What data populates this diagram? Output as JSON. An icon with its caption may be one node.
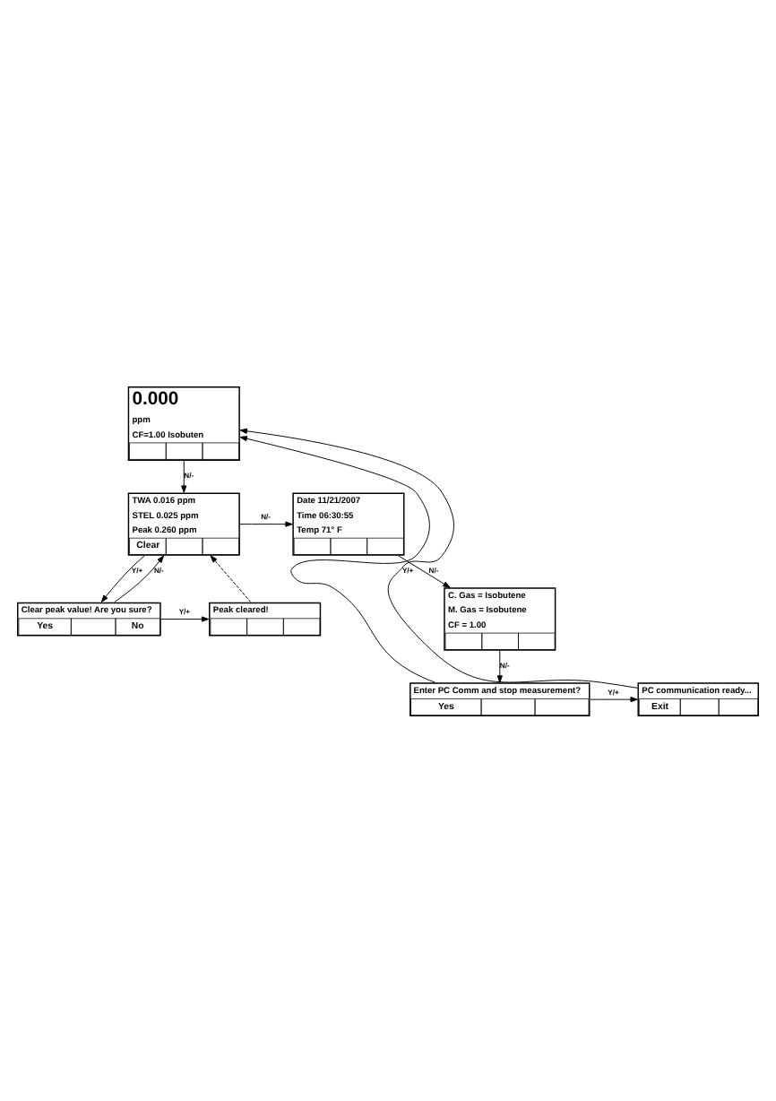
{
  "diagram": {
    "nodes": [
      {
        "text": [
          "0.000",
          "ppm",
          "CF=1.00 Isobuten"
        ]
      },
      {
        "text": [
          "TWA 0.016 ppm",
          "STEL 0.025 ppm",
          "Peak 0.260 ppm",
          "Clear"
        ]
      },
      {
        "text": [
          "Date 11/21/2007",
          "Time 06:30:55",
          "Temp 71° F"
        ]
      },
      {
        "text": [
          "Clear peak value! Are you sure?",
          "Yes",
          "No"
        ]
      },
      {
        "text": [
          "Peak cleared!"
        ]
      },
      {
        "text": [
          "C. Gas = Isobutene",
          "M. Gas = Isobutene",
          "CF = 1.00"
        ]
      },
      {
        "text": [
          "Enter PC Comm and stop measurement?",
          "Yes"
        ]
      },
      {
        "text": [
          "PC communication ready...",
          "Exit"
        ]
      }
    ],
    "edges": [
      {
        "from": 0,
        "to": 1,
        "arrow": "to",
        "label": "N/-"
      },
      {
        "from": 1,
        "to": 2,
        "arrow": "to",
        "label": "N/-"
      },
      {
        "from": 1,
        "to": 3,
        "arrow": "to",
        "label": "Y/+"
      },
      {
        "from": 3,
        "to": 1,
        "arrow": "to",
        "label": "N/-"
      },
      {
        "from": 3,
        "to": 4,
        "arrow": "to",
        "label": "Y/+"
      },
      {
        "from": 4,
        "to": 1,
        "arrow": "to",
        "style": "dashed"
      },
      {
        "from": 2,
        "to": 5,
        "arrow": "to",
        "label": "N/-"
      },
      {
        "from": 5,
        "to": 6,
        "arrow": "to",
        "label": "N/-"
      },
      {
        "from": 6,
        "to": 7,
        "arrow": "to",
        "label": "Y/+"
      },
      {
        "from": 6,
        "to": 0,
        "arrow": "to"
      },
      {
        "from": 7,
        "to": 0,
        "arrow": "to",
        "label": "Y/+"
      }
    ]
  }
}
